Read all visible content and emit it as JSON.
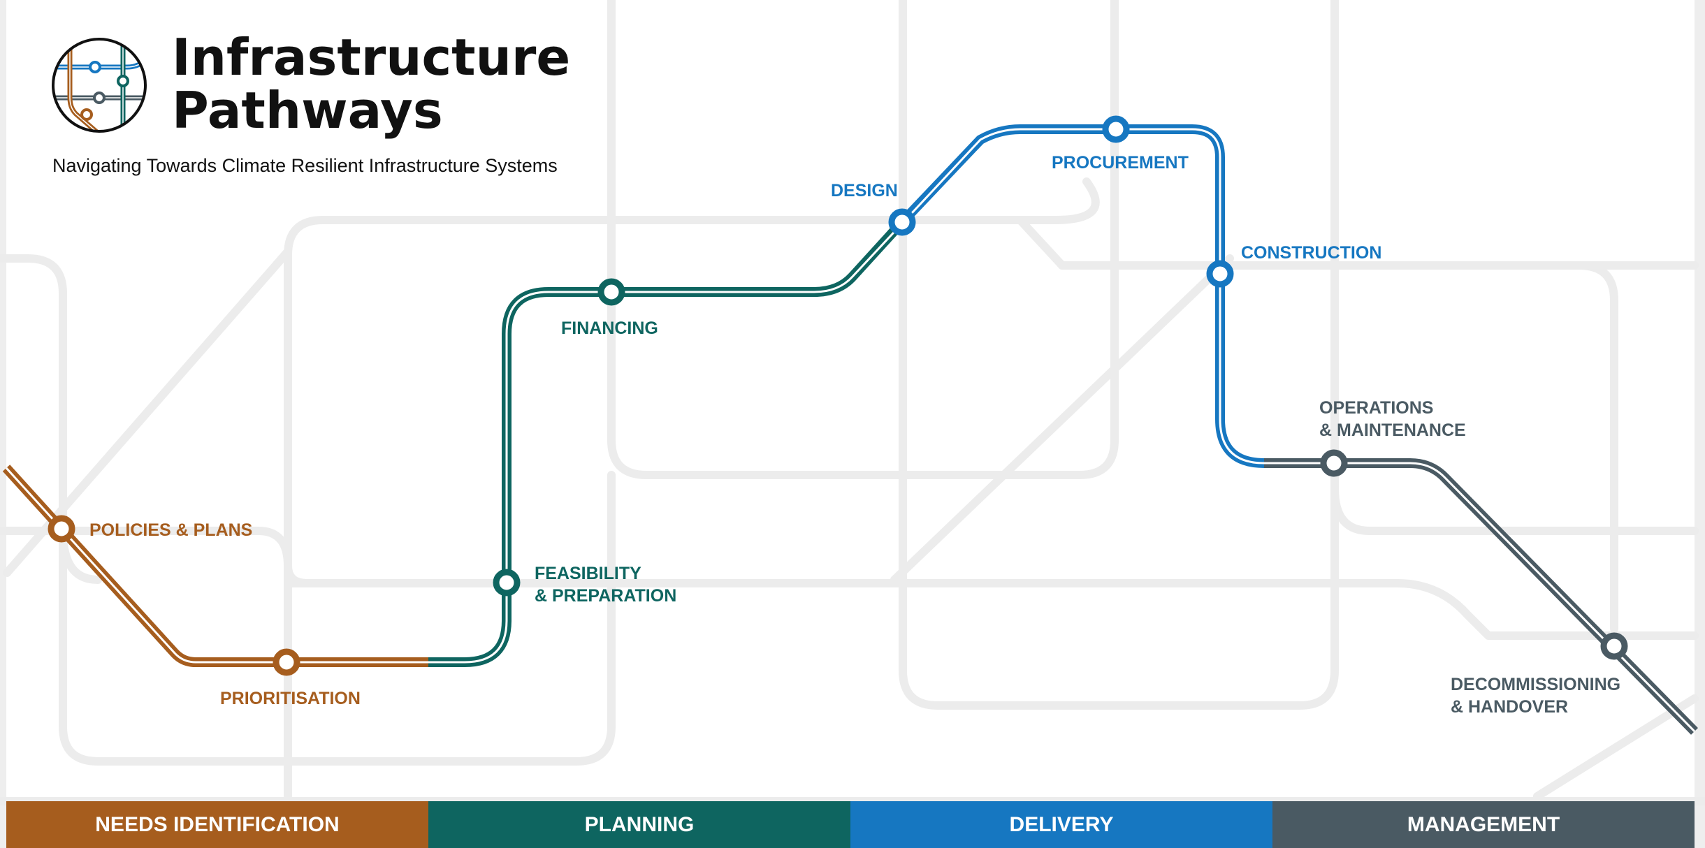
{
  "header": {
    "title_line1": "Infrastructure",
    "title_line2": "Pathways",
    "subtitle": "Navigating Towards Climate Resilient Infrastructure Systems"
  },
  "colors": {
    "needs": "#A65D1E",
    "planning": "#0E6560",
    "delivery": "#1677C1",
    "management": "#4A5A63",
    "background_lines": "#ECECEC"
  },
  "stations": {
    "policies": "POLICIES & PLANS",
    "prioritisation": "PRIORITISATION",
    "feasibility_1": "FEASIBILITY",
    "feasibility_2": "& PREPARATION",
    "financing": "FINANCING",
    "design": "DESIGN",
    "procurement": "PROCUREMENT",
    "construction": "CONSTRUCTION",
    "operations_1": "OPERATIONS",
    "operations_2": "& MAINTENANCE",
    "decommissioning_1": "DECOMMISSIONING",
    "decommissioning_2": "& HANDOVER"
  },
  "phases": {
    "needs": "NEEDS IDENTIFICATION",
    "planning": "PLANNING",
    "delivery": "DELIVERY",
    "management": "MANAGEMENT"
  },
  "icons": [
    "transit-map-logo-icon"
  ]
}
